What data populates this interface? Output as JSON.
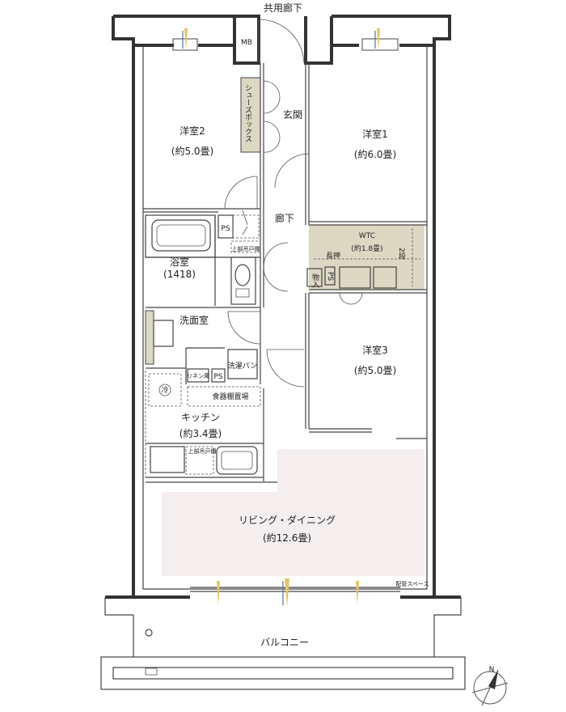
{
  "labels": {
    "corridor_common": "共用廊下",
    "mb": "MB",
    "entrance": "玄関",
    "shoe_box": "シューズボックス",
    "room2": "洋室2",
    "room2_size": "(約5.0畳)",
    "room1": "洋室1",
    "room1_size": "(約6.0畳)",
    "hallway": "廊下",
    "ps": "PS",
    "upper_cabinet": "上部吊戸棚",
    "bath": "浴室",
    "bath_size": "(1418)",
    "wtc": "WTC",
    "wtc_size": "(約1.8畳)",
    "nagaoshi": "長押",
    "step": "2段",
    "storage": "物入",
    "washroom": "洗面室",
    "linen": "リネン庫",
    "washer_pan": "洗濯パン",
    "dish_storage": "食器棚置場",
    "fridge": "冷",
    "room3": "洋室3",
    "room3_size": "(約5.0畳)",
    "kitchen": "キッチン",
    "kitchen_size": "(約3.4畳)",
    "living": "リビング・ダイニング",
    "living_size": "(約12.6畳)",
    "distribution": "配管スペース",
    "balcony": "バルコニー",
    "north": "N"
  },
  "colors": {
    "wall": "#333333",
    "storage_fill": "#ddd8c4",
    "living_fill": "#f4eeee",
    "vent_yellow": "#e8c65a",
    "vent_blue": "#4a78b8"
  }
}
